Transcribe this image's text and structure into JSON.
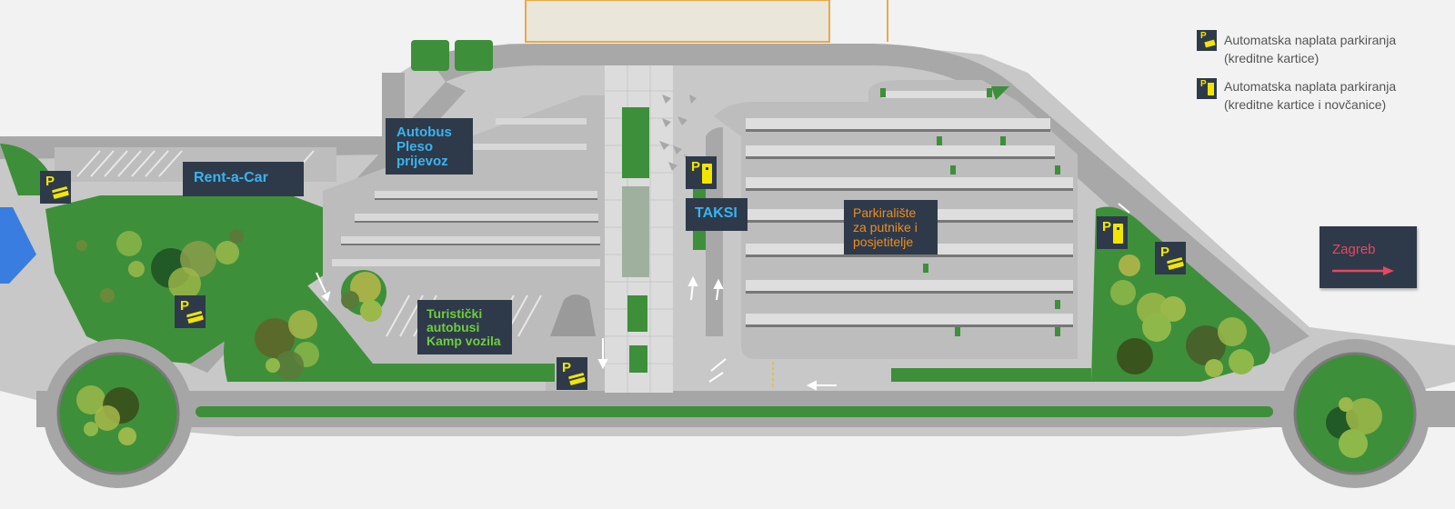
{
  "map": {
    "labels": {
      "rent_a_car": "Rent-a-Car",
      "bus_pleso": [
        "Autobus",
        "Pleso",
        "prijevoz"
      ],
      "tourist_bus": [
        "Turistički",
        "autobusi",
        "Kamp vozila"
      ],
      "taxi": "TAKSI",
      "parking": [
        "Parkiralište",
        "za putnike i",
        "posjetitelje"
      ],
      "direction": "Zagreb"
    },
    "legend": [
      {
        "icon": "card-payment-icon",
        "line1": "Automatska naplata parkiranja",
        "line2": "(kreditne kartice)"
      },
      {
        "icon": "card-cash-payment-icon",
        "line1": "Automatska naplata parkiranja",
        "line2": "(kreditne kartice i novčanice)"
      }
    ],
    "colors": {
      "grass": "#3e8f3a",
      "road": "#9a9a9a",
      "label_bg": "#2e3a4a",
      "rent_text": "#39b4ef",
      "bus_text": "#39b4ef",
      "tourist_text": "#6ccf3a",
      "taxi_text": "#39b4ef",
      "parking_text": "#f08c1e",
      "zagreb_text": "#e8475f",
      "icon_yellow": "#f2e600"
    }
  }
}
